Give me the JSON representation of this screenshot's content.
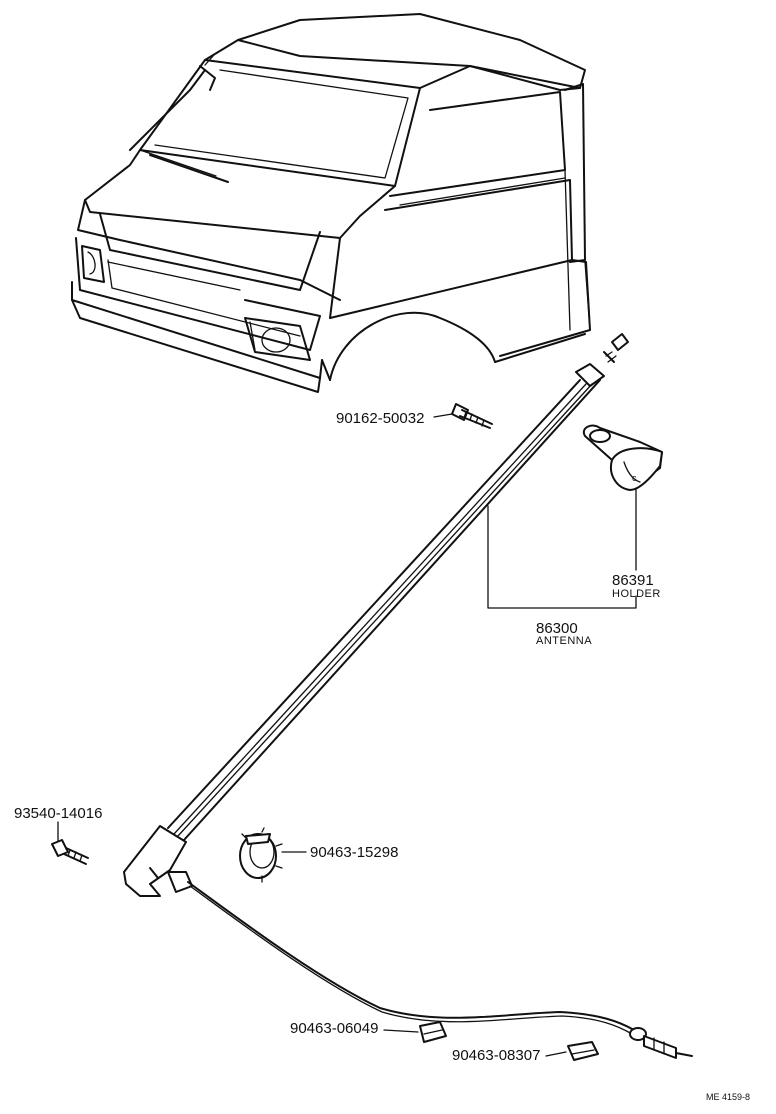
{
  "parts": {
    "screw_top": {
      "number": "90162-50032"
    },
    "holder": {
      "number": "86391",
      "name": "HOLDER"
    },
    "antenna": {
      "number": "86300",
      "name": "ANTENNA"
    },
    "bolt": {
      "number": "93540-14016"
    },
    "clamp": {
      "number": "90463-15298"
    },
    "clip_a": {
      "number": "90463-06049"
    },
    "clip_b": {
      "number": "90463-08307"
    }
  },
  "figure_ref": "ME 4159-8"
}
